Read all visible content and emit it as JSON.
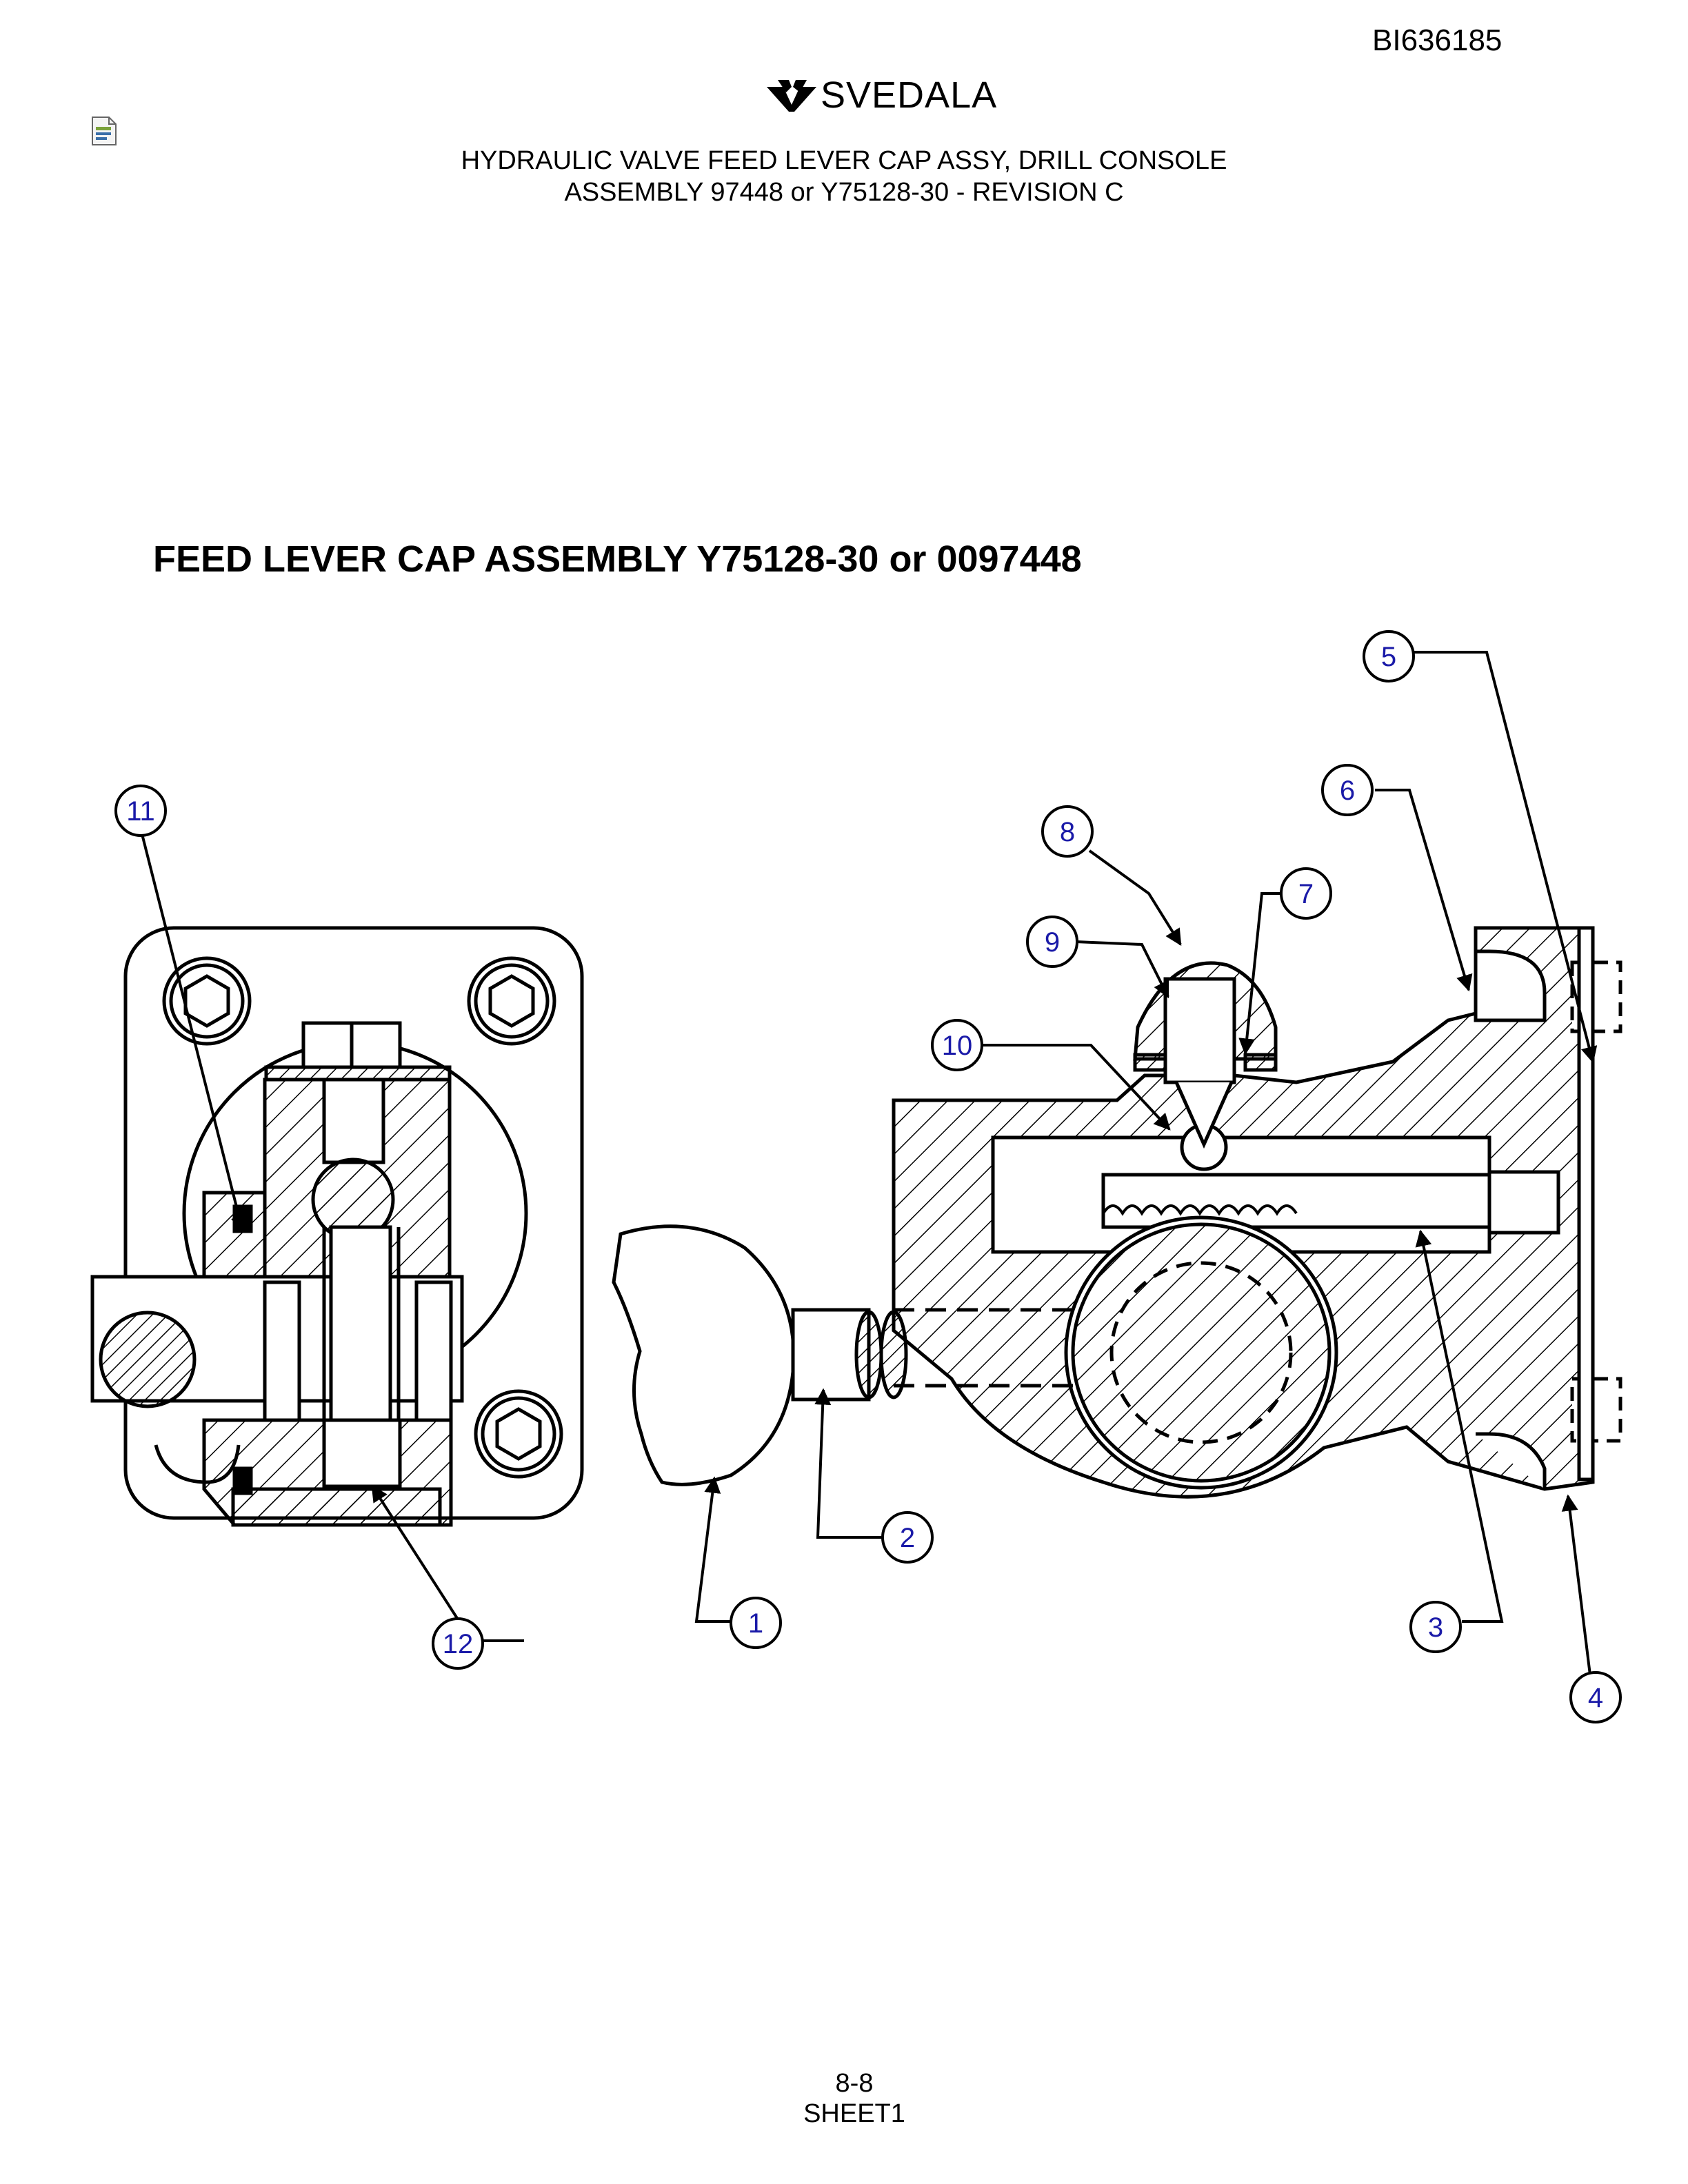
{
  "header": {
    "doc_number": "BI636185",
    "logo_text": "SVEDALA",
    "title_line1": "HYDRAULIC VALVE FEED LEVER CAP ASSY, DRILL CONSOLE",
    "title_line2": "ASSEMBLY 97448 or Y75128-30 - REVISION C"
  },
  "section_title": "FEED LEVER CAP ASSEMBLY  Y75128-30 or 0097448",
  "callouts": [
    "1",
    "2",
    "3",
    "4",
    "5",
    "6",
    "7",
    "8",
    "9",
    "10",
    "11",
    "12"
  ],
  "footer": {
    "page": "8-8",
    "sheet": "SHEET1"
  },
  "colors": {
    "callout_text": "#1a1aa8",
    "line": "#000000"
  },
  "icons": {
    "document": "document-icon",
    "logo": "svedala-logo-mark"
  }
}
